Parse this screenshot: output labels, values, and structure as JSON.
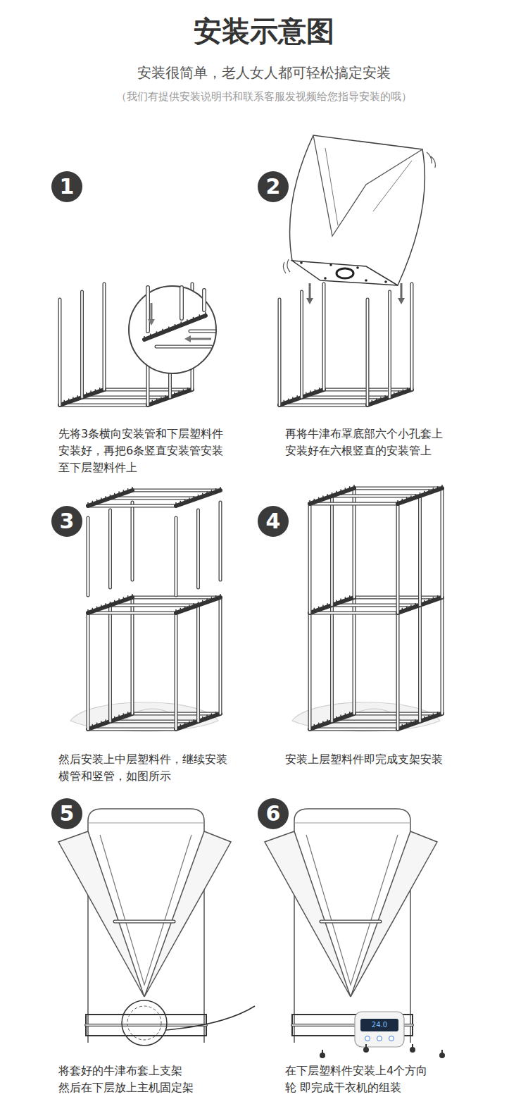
{
  "diagram": {
    "title": "安装示意图",
    "nodes": [
      {
        "text": [
          "1"
        ]
      },
      {
        "text": [
          "2"
        ]
      },
      {
        "text": [
          "3"
        ]
      },
      {
        "text": [
          "4"
        ]
      },
      {
        "text": [
          "5"
        ]
      },
      {
        "text": [
          "6"
        ]
      }
    ],
    "labels": [
      "安装很简单，老人女人都可轻松搞定安装",
      "（我们有提供安装说明书和联系客服发视频给您指导安装的哦）",
      "先将3条横向安装管和下层塑料件 安装好，再把6条竖直安装管安装 至下层塑料件上",
      "再将牛津布罩底部六个小孔套上 安装好在六根竖直的安装管上",
      "然后安装上中层塑料件，继续安装 横管和竖管，如图所示",
      "安装上层塑料件即完成支架安装",
      "将套好的牛津布套上支架 然后在下层放上主机固定架",
      "在下层塑料件安装上4个方向轮 即完成干衣机的组装",
      "24.0"
    ]
  }
}
